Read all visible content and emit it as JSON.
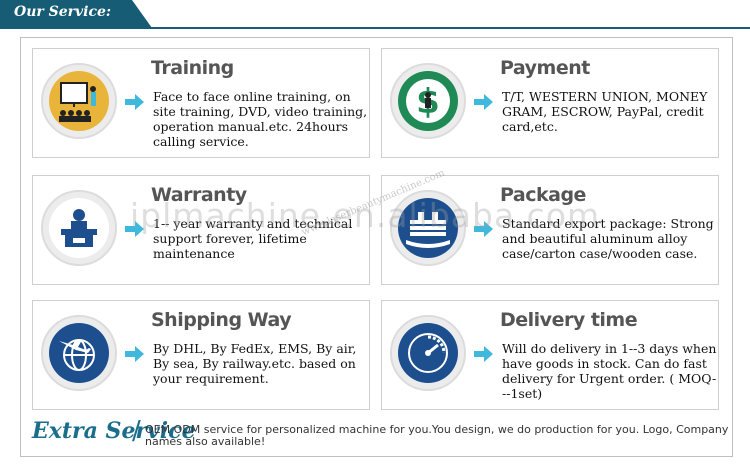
{
  "header": {
    "title": "Our Service:"
  },
  "cards": [
    {
      "title": "Training",
      "text": "Face to face online training, on site training, DVD, video training, operation manual.etc. 24hours calling service.",
      "icon": "training-icon"
    },
    {
      "title": "Payment",
      "text": "T/T, WESTERN UNION, MONEY GRAM, ESCROW, PayPal, credit card,etc.",
      "icon": "payment-icon"
    },
    {
      "title": "Warranty",
      "text": "1-- year warranty and technical support forever, lifetime maintenance",
      "icon": "warranty-icon"
    },
    {
      "title": "Package",
      "text": "Standard export package: Strong and beautiful aluminum alloy case/carton case/wooden case.",
      "icon": "package-icon"
    },
    {
      "title": "Shipping Way",
      "text": "By DHL, By FedEx, EMS, By air, By sea, By railway.etc. based on your requirement.",
      "icon": "shipping-icon"
    },
    {
      "title": "Delivery time",
      "text": "Will do delivery in 1--3 days when have goods in stock. Can do fast delivery for Urgent order. ( MOQ---1set)",
      "icon": "delivery-icon"
    }
  ],
  "extra": {
    "label": "Extra Service",
    "slash": "/",
    "text": "OEM ODM service for personalized machine for you.You design, we do production for you. Logo, Company names also available!"
  },
  "watermark": {
    "main": "iplmachine.en.alibaba.com",
    "small": "www.laserbeautymachine.com"
  },
  "colors": {
    "accent": "#155c74",
    "arrow": "#3fb8de",
    "icon_gold": "#e9b43a",
    "icon_green": "#1f8a55",
    "icon_blue": "#1d4f8e"
  }
}
